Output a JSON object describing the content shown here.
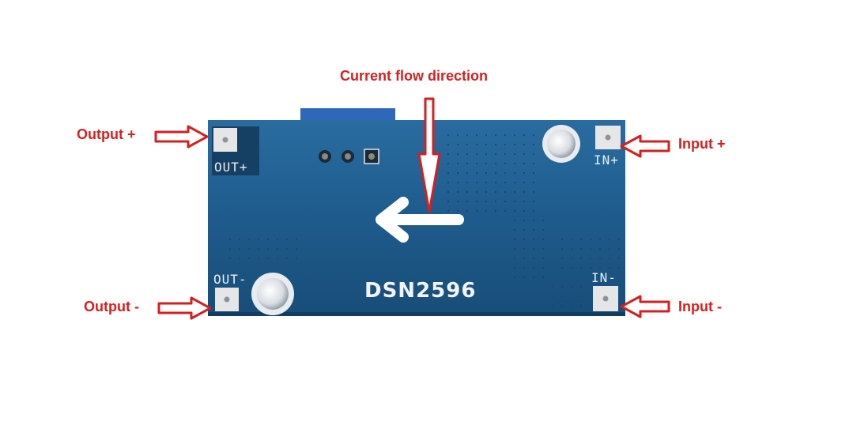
{
  "title": "Current flow direction",
  "board": {
    "model": "DSN2596",
    "pads": {
      "out_plus": "OUT+",
      "out_minus": "OUT-",
      "in_plus": "IN+",
      "in_minus": "IN-"
    }
  },
  "labels": {
    "output_plus": "Output +",
    "output_minus": "Output -",
    "input_plus": "Input +",
    "input_minus": "Input -"
  },
  "colors": {
    "annotation": "#d32020",
    "pcb": "#1e5b8c",
    "silkscreen": "#ffffff",
    "pad": "#e6e6e6"
  },
  "icons": [
    "left-arrow-icon",
    "down-arrow-icon",
    "pointer-arrow-icon"
  ]
}
